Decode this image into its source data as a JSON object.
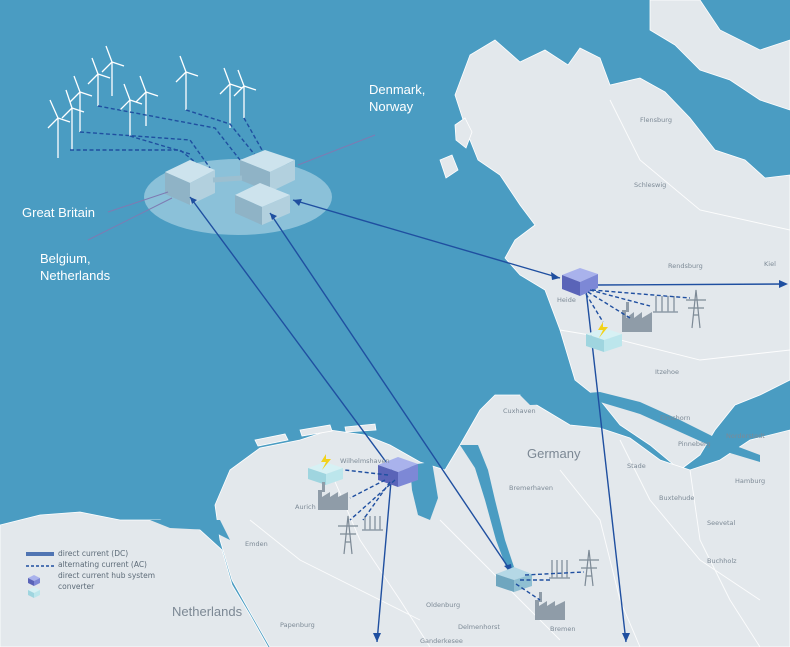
{
  "labels": {
    "denmark_norway": [
      "Denmark,",
      "Norway"
    ],
    "great_britain": "Great Britain",
    "belgium_netherlands": [
      "Belgium,",
      "Netherlands"
    ],
    "germany": "Germany",
    "netherlands": "Netherlands"
  },
  "cities": {
    "flensburg": "Flensburg",
    "schleswig": "Schleswig",
    "rendsburg": "Rendsburg",
    "kiel": "Kiel",
    "heide": "Heide",
    "itzehoe": "Itzehoe",
    "elmshorn": "Elmshorn",
    "pinneberg": "Pinneberg",
    "norderstedt": "Norderstedt",
    "hamburg": "Hamburg",
    "stade": "Stade",
    "buxtehude": "Buxtehude",
    "seevetal": "Seevetal",
    "buchholz": "Buchholz",
    "cuxhaven": "Cuxhaven",
    "bremerhaven": "Bremerhaven",
    "wilhelmshaven": "Wilhelmshaven",
    "aurich": "Aurich",
    "emden": "Emden",
    "oldenburg": "Oldenburg",
    "delmenhorst": "Delmenhorst",
    "bremen": "Bremen",
    "ganderkesee": "Ganderkesee",
    "papenburg": "Papenburg"
  },
  "legend": {
    "dc": "direct current (DC)",
    "ac": "alternating current (AC)",
    "hub": "direct current hub system",
    "converter": "converter"
  },
  "colors": {
    "sea": "#4a9cc2",
    "land": "#e3e8ec",
    "dc_line": "#1f4fa0",
    "ac_line": "#1f4fa0",
    "hub": "#6b78c6",
    "converter": "#a6dbe3",
    "hub_platform": "#a2cde0"
  },
  "icons": [
    "wind-turbine-icon",
    "hub-box-icon",
    "converter-icon",
    "factory-icon",
    "pylon-icon",
    "lightning-icon"
  ]
}
